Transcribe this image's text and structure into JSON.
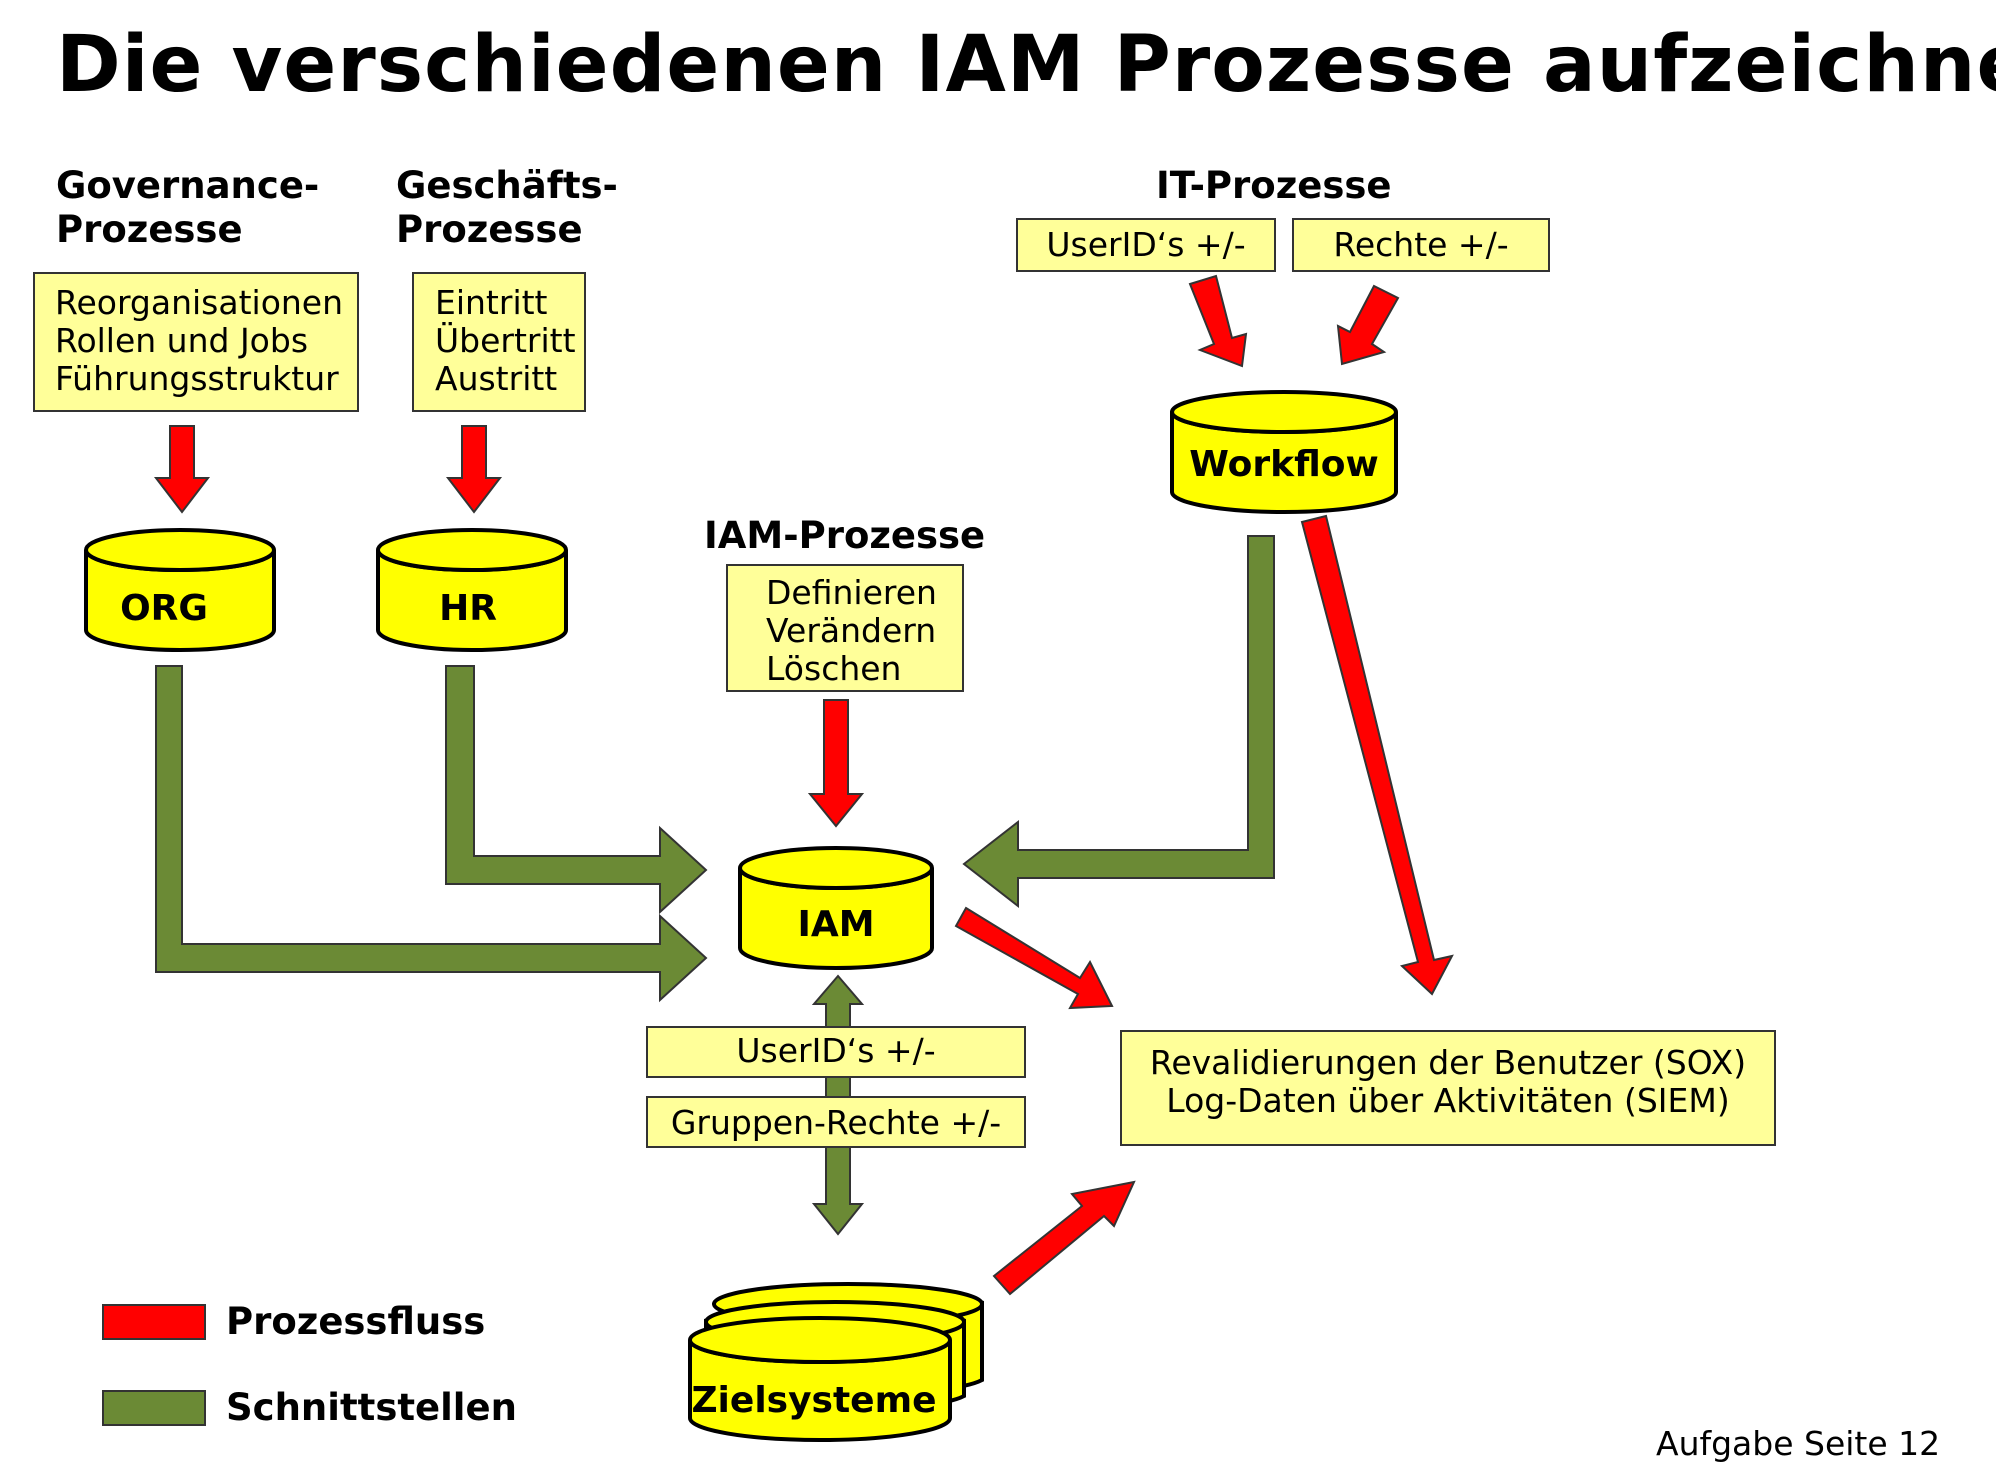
{
  "title": "Die verschiedenen IAM Prozesse aufzeichnen",
  "colors": {
    "process_flow": "#ff0000",
    "interface": "#6b8a35",
    "box_fill": "#ffff99",
    "cylinder_fill": "#ffff00"
  },
  "headings": {
    "governance": [
      "Governance-",
      "Prozesse"
    ],
    "business": [
      "Geschäfts-",
      "Prozesse"
    ],
    "it": "IT-Prozesse",
    "iam": "IAM-Prozesse"
  },
  "boxes": {
    "governance": [
      "Reorganisationen",
      "Rollen und Jobs",
      "Führungsstruktur"
    ],
    "business": [
      "Eintritt",
      "Übertritt",
      "Austritt"
    ],
    "it_userids": "UserID‘s +/-",
    "it_rights": "Rechte +/-",
    "iam": [
      "Definieren",
      "Verändern",
      "Löschen"
    ],
    "sync_userids": "UserID‘s +/-",
    "sync_groups": "Gruppen-Rechte +/-",
    "audit": [
      "Revalidierungen der Benutzer (SOX)",
      "Log-Daten über Aktivitäten (SIEM)"
    ]
  },
  "stores": {
    "org": "ORG",
    "hr": "HR",
    "workflow": "Workflow",
    "iam": "IAM",
    "targets": "Zielsysteme"
  },
  "legend": {
    "process_flow": "Prozessfluss",
    "interfaces": "Schnittstellen"
  },
  "footer": "Aufgabe Seite 12"
}
